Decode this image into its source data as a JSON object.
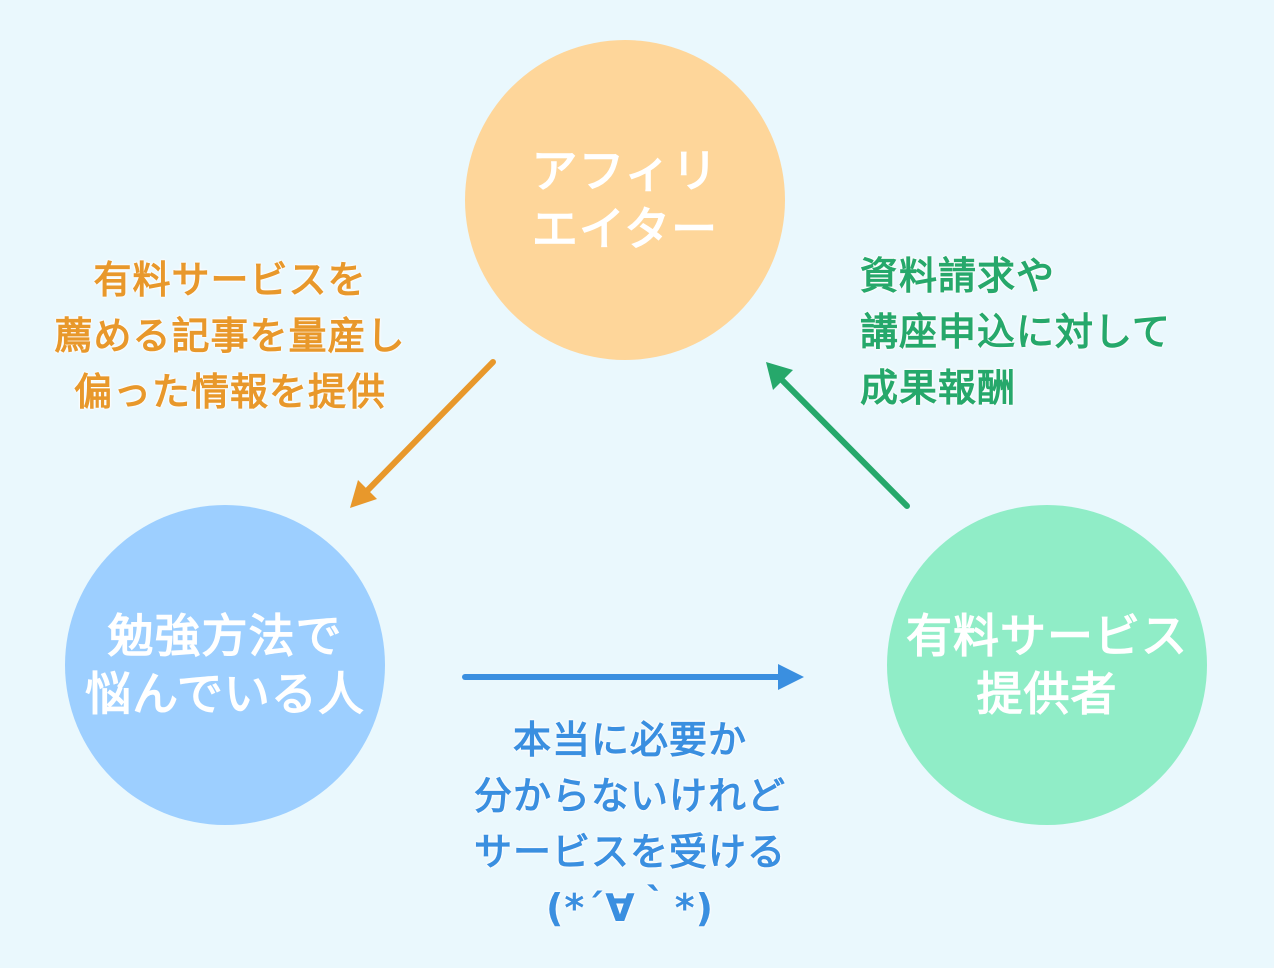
{
  "nodes": {
    "affiliator": {
      "label": "アフィリ\nエイター",
      "color": "#fed69a"
    },
    "learner": {
      "label": "勉強方法で\n悩んでいる人",
      "color": "#9dcfff"
    },
    "provider": {
      "label": "有料サービス\n提供者",
      "color": "#90edc7"
    }
  },
  "edges": {
    "affiliator_to_learner": {
      "label": "有料サービスを\n薦める記事を量産し\n偏った情報を提供",
      "color": "#e8982b"
    },
    "provider_to_affiliator": {
      "label": "資料請求や\n講座申込に対して\n成果報酬",
      "color": "#26a86b"
    },
    "learner_to_provider": {
      "label": "本当に必要か\n分からないけれど\nサービスを受ける\n(*´∀｀*)",
      "color": "#3a8fe0"
    }
  }
}
